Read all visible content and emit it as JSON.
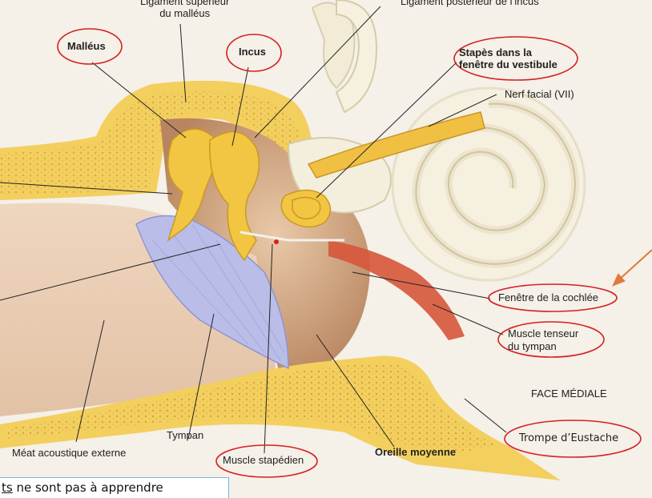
{
  "labels": {
    "lig_sup": "Ligament supérieur\ndu malléus",
    "lig_post": "Ligament postérieur de l’incus",
    "malleus": "Malléus",
    "incus": "Incus",
    "stapes": "Stapès dans la\nfenêtre du vestibule",
    "nerf": "Nerf facial (VII)",
    "fenetre": "Fenêtre de la cochlée",
    "tenseur": "Muscle tenseur\ndu tympan",
    "face": "FACE MÉDIALE",
    "trompe": "Trompe d’Eustache",
    "tympan": "Tympan",
    "meat": "Méat acoustique externe",
    "stapedien": "Muscle stapédien",
    "oreille": "Oreille moyenne"
  },
  "note": {
    "underlined": "ts",
    "rest": " ne sont pas à apprendre"
  },
  "colors": {
    "circle": "#d42020",
    "arrow": "#e07a3a",
    "bone": "#f2c542",
    "membrane": "#b9bde8",
    "muscle": "#d6553a"
  }
}
